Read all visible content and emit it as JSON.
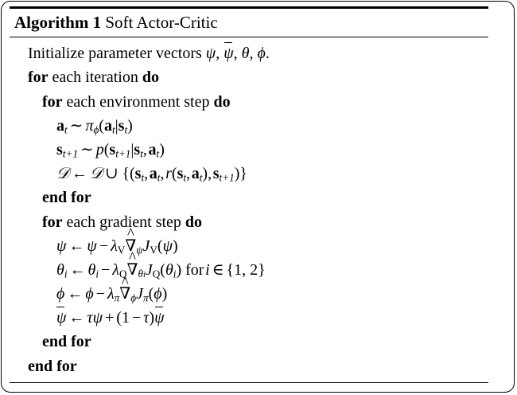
{
  "algorithm": {
    "label": "Algorithm 1",
    "name": "Soft Actor-Critic",
    "keywords": {
      "for": "for",
      "do": "do",
      "end_for": "end for"
    },
    "lines": [
      {
        "id": "initialize",
        "indent": 1,
        "text": "Initialize parameter vectors ψ, ψ̄, θ, φ.",
        "prefix": "Initialize parameter vectors",
        "suffix": "."
      },
      {
        "id": "for-each-iteration",
        "indent": 1,
        "text": "for each iteration do",
        "middle": "each iteration"
      },
      {
        "id": "for-each-environment-step",
        "indent": 2,
        "text": "for each environment step do",
        "middle": "each environment step"
      },
      {
        "id": "sample-action",
        "indent": 3,
        "text": "a_t ~ π_φ(a_t|s_t)"
      },
      {
        "id": "sample-next-state",
        "indent": 3,
        "text": "s_{t+1} ~ p(s_{t+1}|s_t, a_t)"
      },
      {
        "id": "store-transition",
        "indent": 3,
        "text": "D ← D ∪ {(s_t, a_t, r(s_t, a_t), s_{t+1})}"
      },
      {
        "id": "end-for-environment",
        "indent": 2,
        "text": "end for"
      },
      {
        "id": "for-each-gradient-step",
        "indent": 2,
        "text": "for each gradient step do",
        "middle": "each gradient step"
      },
      {
        "id": "update-psi",
        "indent": 3,
        "text": "ψ ← ψ − λ_V ∇̂_ψ J_V(ψ)"
      },
      {
        "id": "update-theta",
        "indent": 3,
        "text": "θ_i ← θ_i − λ_Q ∇̂_{θ_i} J_Q(θ_i) for i ∈ {1, 2}",
        "condition": "for",
        "index_set": "{1, 2}"
      },
      {
        "id": "update-phi",
        "indent": 3,
        "text": "φ ← φ − λ_π ∇̂_φ J_π(φ)"
      },
      {
        "id": "update-target-psi",
        "indent": 3,
        "text": "ψ̄ ← τψ + (1 − τ)ψ̄"
      },
      {
        "id": "end-for-gradient",
        "indent": 2,
        "text": "end for"
      },
      {
        "id": "end-for-iteration",
        "indent": 1,
        "text": "end for"
      }
    ],
    "symbols": {
      "psi": "ψ",
      "psi_bar": "ψ̄",
      "theta": "θ",
      "phi": "φ",
      "tau": "τ",
      "lambda": "λ",
      "pi": "π",
      "nabla_hat": "∇̂",
      "calD": "D",
      "sim": "∼",
      "gets": "←",
      "cup": "∪",
      "in": "∈",
      "minus": "−",
      "plus": "+"
    }
  },
  "colors": {
    "text": "#000000",
    "background": "#ffffff",
    "rule": "#000000"
  }
}
